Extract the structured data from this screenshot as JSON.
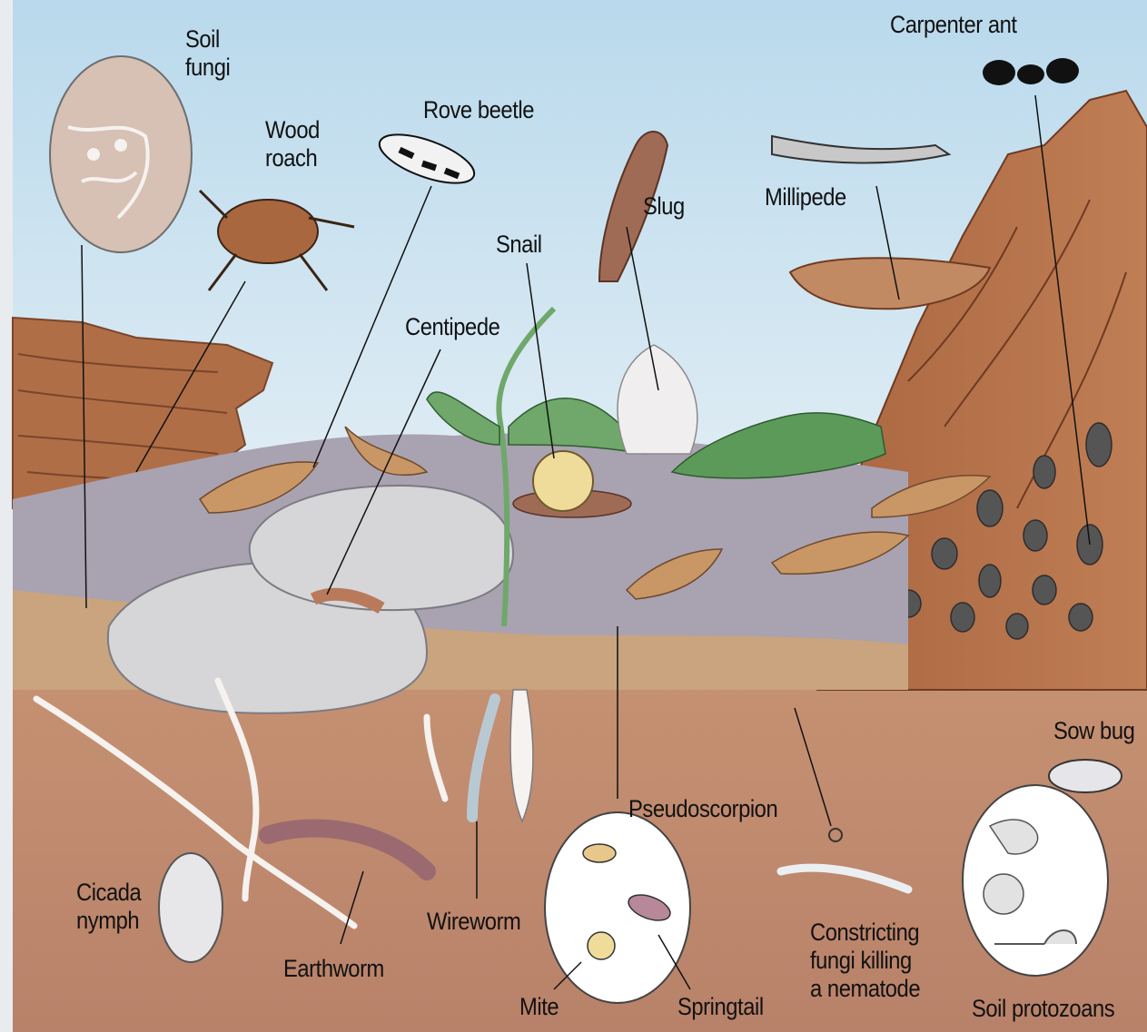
{
  "labels": {
    "soil_fungi": [
      "Soil",
      "fungi"
    ],
    "wood_roach": [
      "Wood",
      "roach"
    ],
    "rove_beetle": "Rove beetle",
    "carpenter_ant": "Carpenter ant",
    "slug": "Slug",
    "millipede": "Millipede",
    "snail": "Snail",
    "centipede": "Centipede",
    "sow_bug": "Sow bug",
    "pseudoscorpion": "Pseudoscorpion",
    "cicada_nymph": [
      "Cicada",
      "nymph"
    ],
    "wireworm": "Wireworm",
    "earthworm": "Earthworm",
    "constricting_fungi": [
      "Constricting",
      "fungi killing",
      "a nematode"
    ],
    "mite": "Mite",
    "springtail": "Springtail",
    "soil_protozoans": "Soil protozoans"
  },
  "colors": {
    "sky_top": "#b9d9ec",
    "sky_bottom": "#ecf3f7",
    "soil_top": "#c79373",
    "soil_bottom": "#b8826a",
    "litter": "#a9a2b1",
    "rock": "#d6d6d9",
    "stump": "#b06e47",
    "leaf": "#c99665",
    "moss": "#5c9a5a"
  }
}
